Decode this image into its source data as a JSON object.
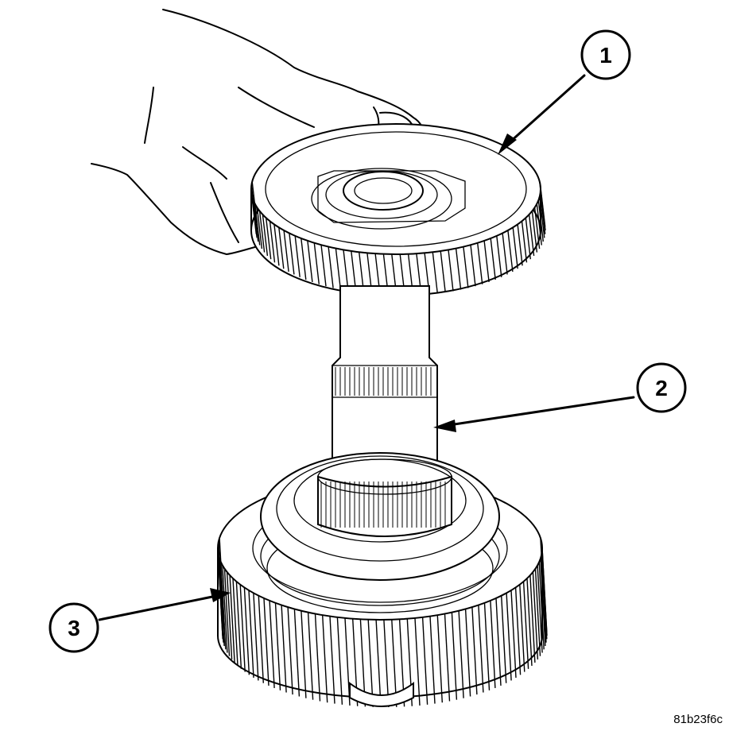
{
  "callouts": [
    {
      "id": "1",
      "label": "1"
    },
    {
      "id": "2",
      "label": "2"
    },
    {
      "id": "3",
      "label": "3"
    }
  ],
  "figure_code": "81b23f6c"
}
